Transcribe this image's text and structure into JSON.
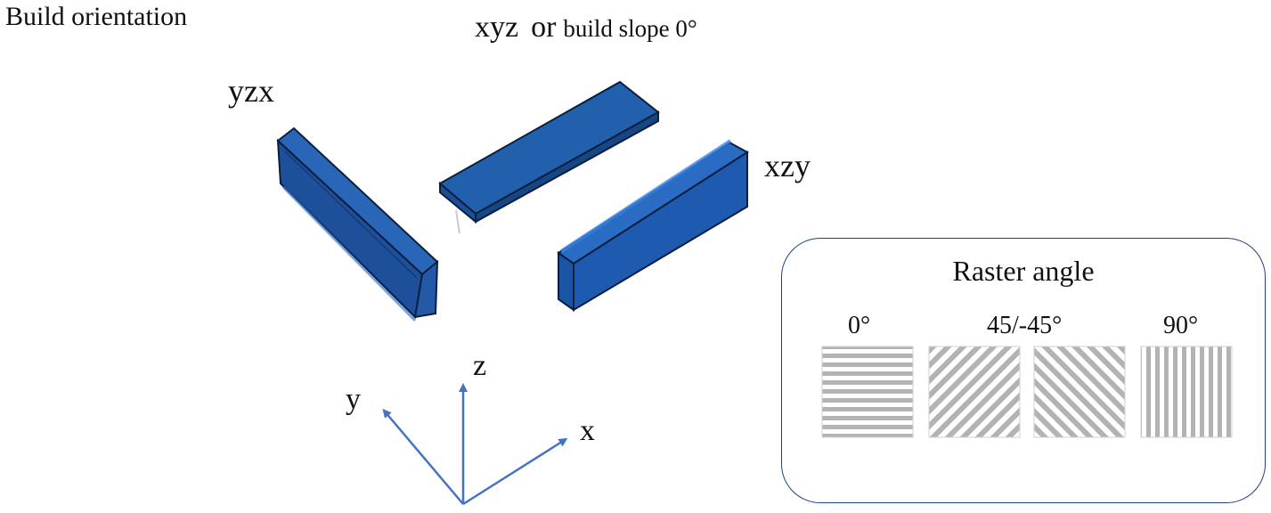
{
  "title": "Build orientation",
  "subtitle": {
    "main": "xyz",
    "or": "or",
    "slope": "build slope 0°"
  },
  "specimens": [
    {
      "label": "yzx",
      "color": "#1d4f9a"
    },
    {
      "label": "xyz",
      "color": "#2160ad"
    },
    {
      "label": "xzy",
      "color": "#1a55a5"
    }
  ],
  "axes": {
    "x": "x",
    "y": "y",
    "z": "z",
    "color": "#4472c4"
  },
  "legend": {
    "title": "Raster angle",
    "border_color": "#1f3f8a",
    "stripe_color": "#b3b3b3",
    "items": [
      {
        "label": "0°"
      },
      {
        "label": "45/-45°"
      },
      {
        "label": "90°"
      }
    ]
  }
}
